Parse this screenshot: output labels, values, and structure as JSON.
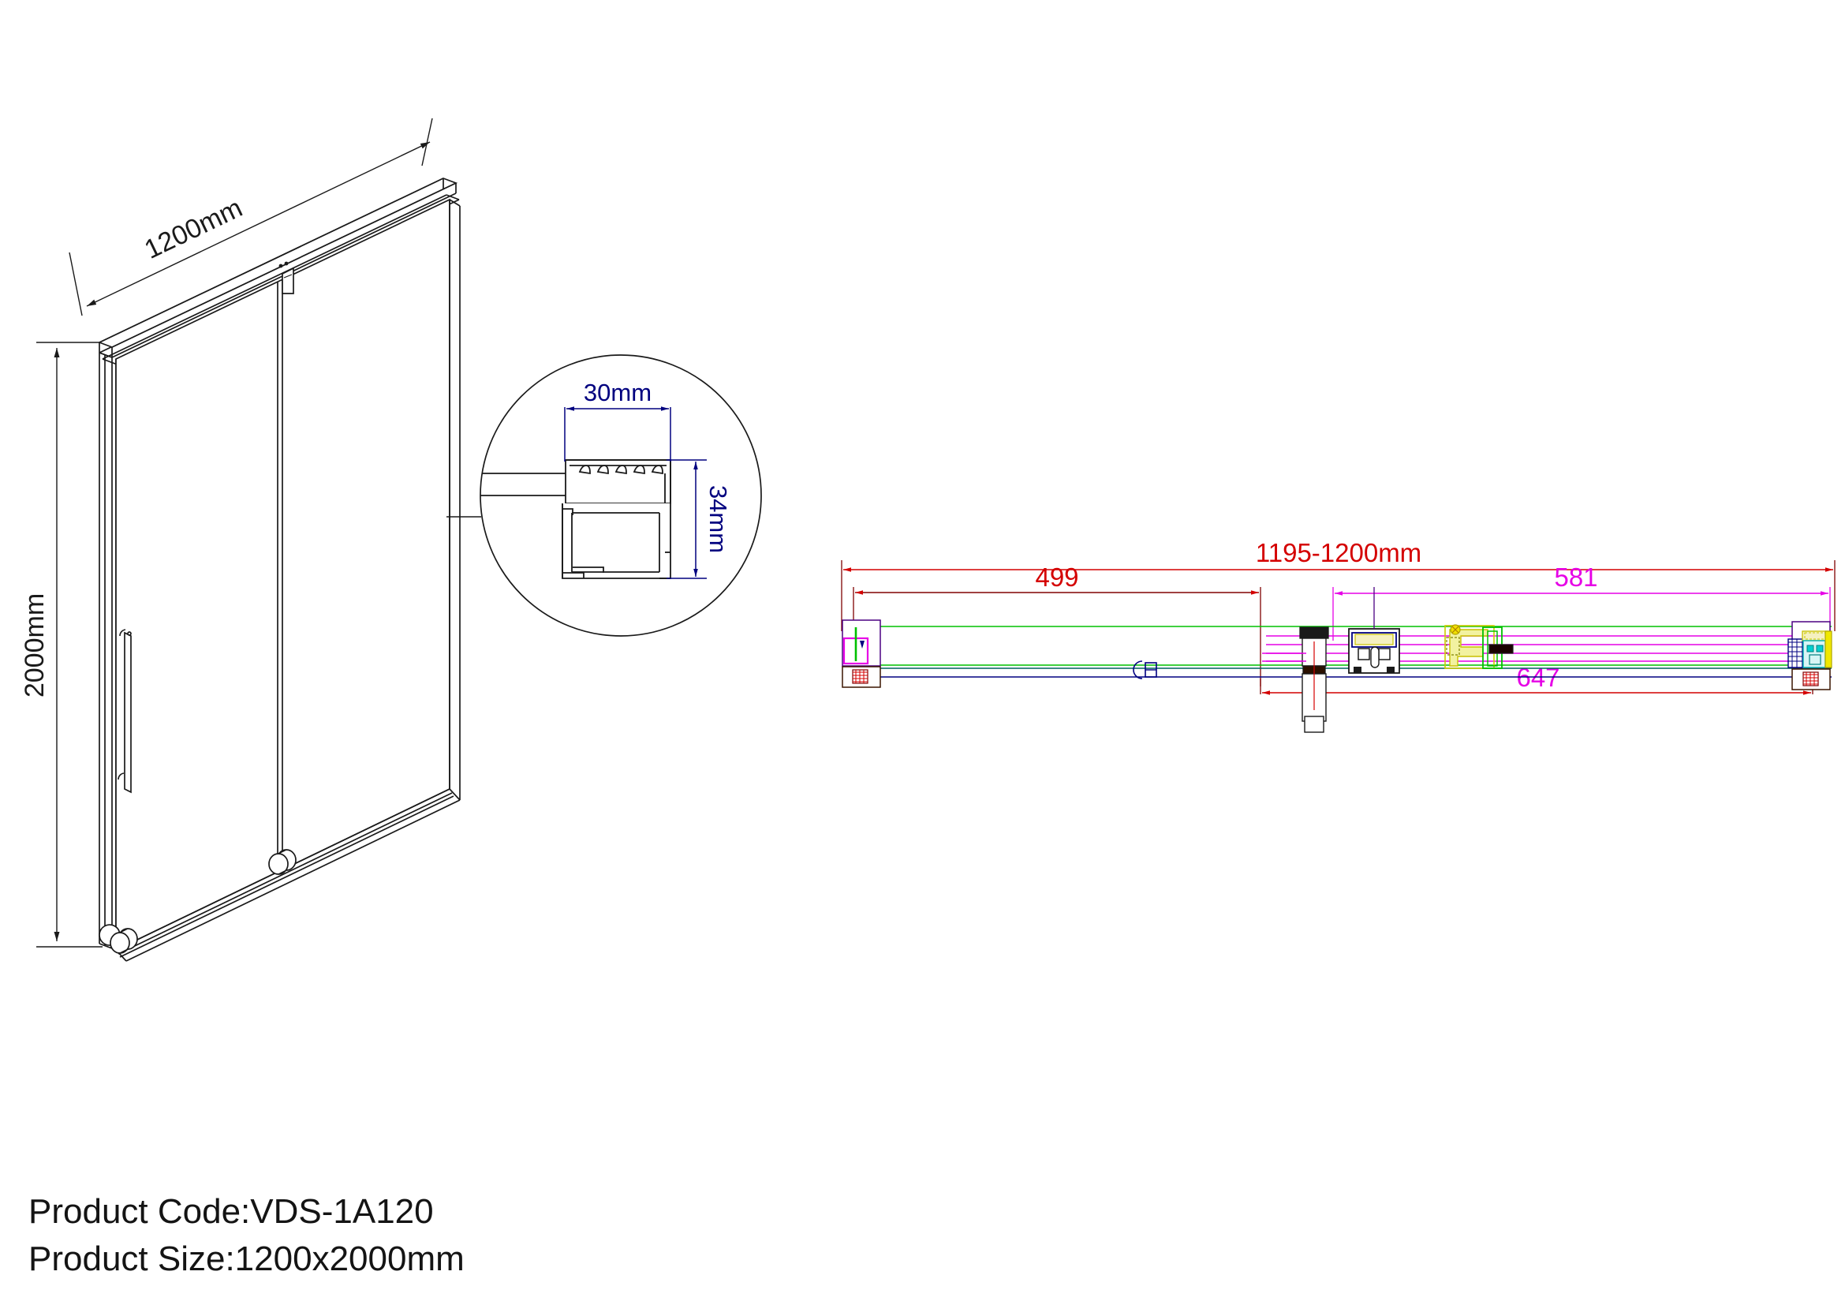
{
  "document": {
    "type": "technical-drawing",
    "title": "Sliding Shower Door Technical Drawing"
  },
  "caption": {
    "product_code_line": "Product Code:VDS-1A120",
    "product_size_line": "Product Size:1200x2000mm"
  },
  "elevation_view": {
    "name": "isometric-elevation",
    "width_dimension": "1200mm",
    "height_dimension": "2000mm"
  },
  "detail_view": {
    "name": "section-detail-circle",
    "width_dimension": "30mm",
    "height_dimension": "34mm"
  },
  "plan_view": {
    "name": "plan-section-view",
    "overall_dimension": "1195-1200mm",
    "left_dimension": "499",
    "right_top_dimension": "581",
    "right_bottom_dimension": "647"
  },
  "colors": {
    "outline": "#1a1a1a",
    "dim_blue": "#00007f",
    "dim_red": "#d40000",
    "dim_magenta": "#e600e6",
    "green": "#00c000",
    "yellow": "#e6e600",
    "cyan": "#00d0d0",
    "dark_red": "#800000",
    "navy": "#000080"
  }
}
